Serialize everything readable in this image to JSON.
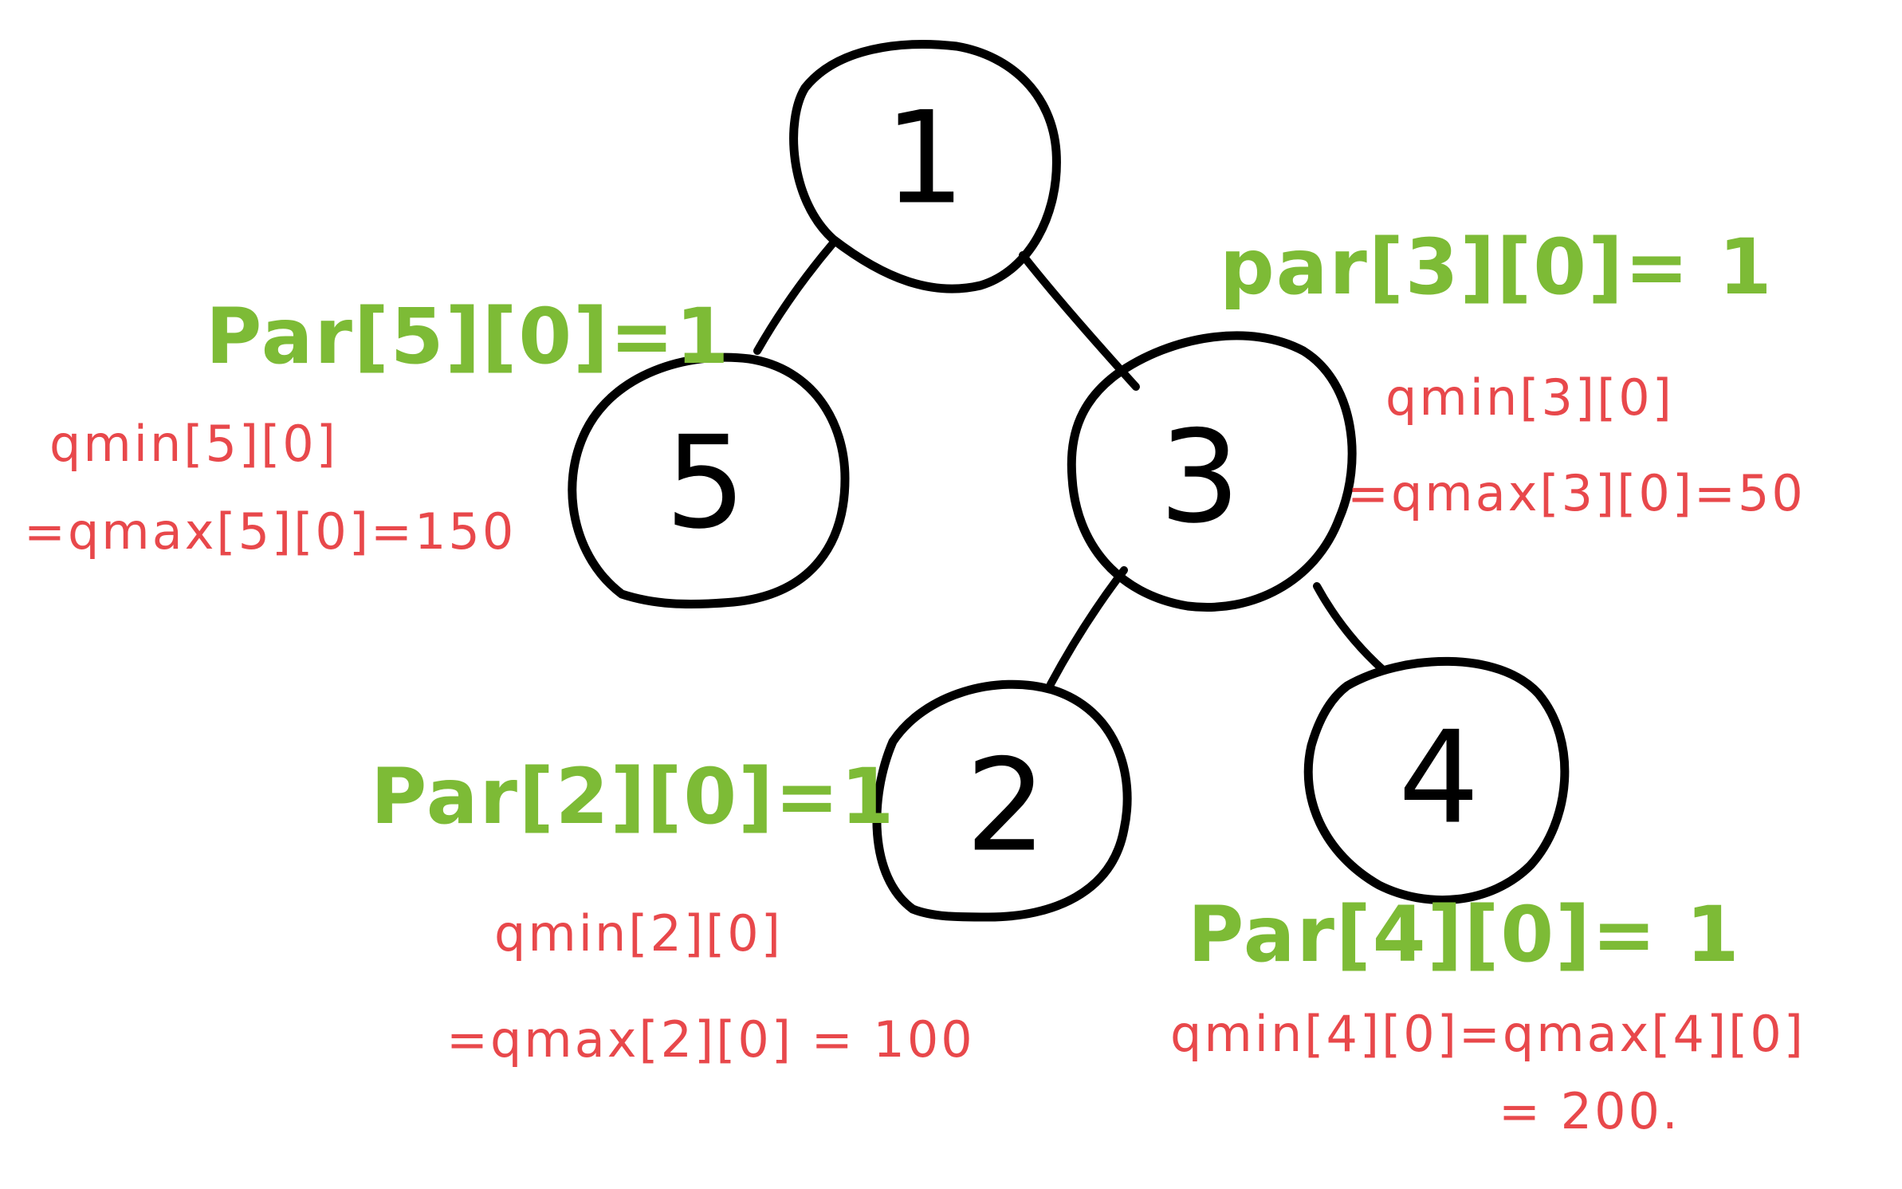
{
  "colors": {
    "ink": "#000000",
    "green": "#7dbb36",
    "red": "#e8484b",
    "background": "#ffffff"
  },
  "nodes": [
    {
      "id": "1",
      "label": "1"
    },
    {
      "id": "5",
      "label": "5"
    },
    {
      "id": "3",
      "label": "3"
    },
    {
      "id": "2",
      "label": "2"
    },
    {
      "id": "4",
      "label": "4"
    }
  ],
  "edges": [
    {
      "from": "1",
      "to": "5"
    },
    {
      "from": "1",
      "to": "3"
    },
    {
      "from": "3",
      "to": "2"
    },
    {
      "from": "3",
      "to": "4"
    }
  ],
  "annotations": {
    "node5": {
      "par": "Par[5][0]=1",
      "min_line": "qmin[5][0]",
      "max_line": "=qmax[5][0]=150"
    },
    "node3": {
      "par": "par[3][0]= 1",
      "min_line": "qmin[3][0]",
      "max_line": "=qmax[3][0]=50"
    },
    "node2": {
      "par": "Par[2][0]=1",
      "min_line": "qmin[2][0]",
      "max_line": "=qmax[2][0] = 100"
    },
    "node4": {
      "par": "Par[4][0]= 1",
      "min_line": "qmin[4][0]=qmax[4][0]",
      "max_line": "= 200."
    }
  }
}
